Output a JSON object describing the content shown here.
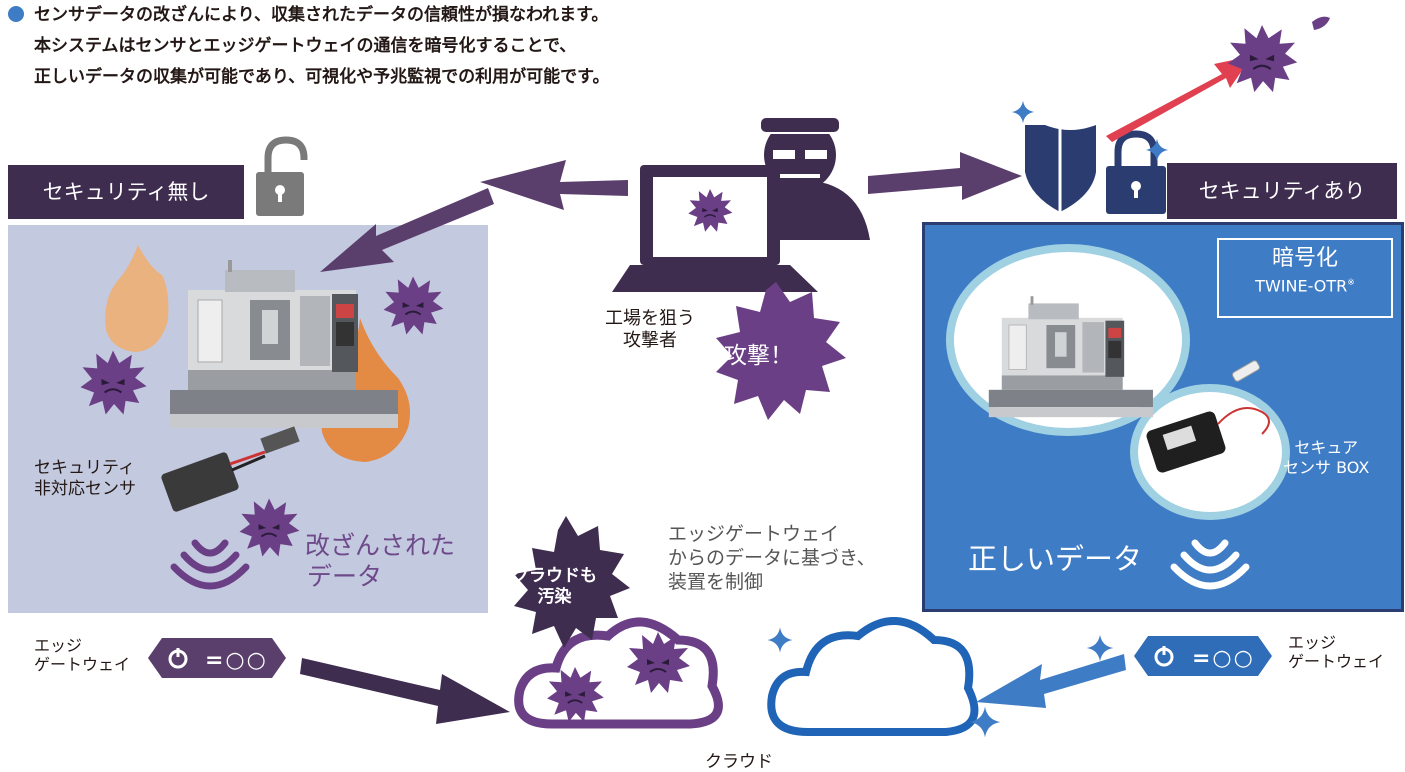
{
  "intro": {
    "line1": "センサデータの改ざんにより、収集されたデータの信頼性が損なわれます。",
    "line2": "本システムはセンサとエッジゲートウェイの通信を暗号化することで、",
    "line3": "正しいデータの収集が可能であり、可視化や予兆監視での利用が可能です。"
  },
  "left": {
    "tag": "セキュリティ無し",
    "sensor_line1": "セキュリティ",
    "sensor_line2": "非対応センサ",
    "tampered_line1": "改ざんされた",
    "tampered_line2": "データ"
  },
  "right": {
    "tag": "セキュリティあり",
    "encrypt_title": "暗号化",
    "encrypt_name": "TWINE-OTR",
    "encrypt_mark": "※",
    "sensor_line1": "セキュア",
    "sensor_line2": "センサ BOX",
    "correct_data": "正しいデータ"
  },
  "center": {
    "attacker_line1": "工場を狙う",
    "attacker_line2": "攻撃者",
    "attack": "攻撃！",
    "gw_desc_line1": "エッジゲートウェイ",
    "gw_desc_line2": "からのデータに基づき、",
    "gw_desc_line3": "装置を制御",
    "polluted_line1": "クラウドも",
    "polluted_line2": "汚染",
    "cloud": "クラウド"
  },
  "edge_left": {
    "line1": "エッジ",
    "line2": "ゲートウェイ"
  },
  "edge_right": {
    "line1": "エッジ",
    "line2": "ゲートウェイ"
  },
  "colors": {
    "dark_purple": "#3e2d4f",
    "virus_purple": "#6b3f86",
    "blue": "#3f7cc6",
    "navy": "#2a3c70",
    "light_panel": "#c3c9df",
    "flame": "#e38a45",
    "red_arrow": "#e0404f",
    "gray_lock": "#7a7a7a"
  },
  "icons": [
    "lock-open-icon",
    "lock-closed-icon",
    "shield-icon",
    "virus-icon",
    "sparkle-icon",
    "wifi-icon",
    "cloud-icon",
    "gateway-icon",
    "flame-icon",
    "machine-icon"
  ]
}
